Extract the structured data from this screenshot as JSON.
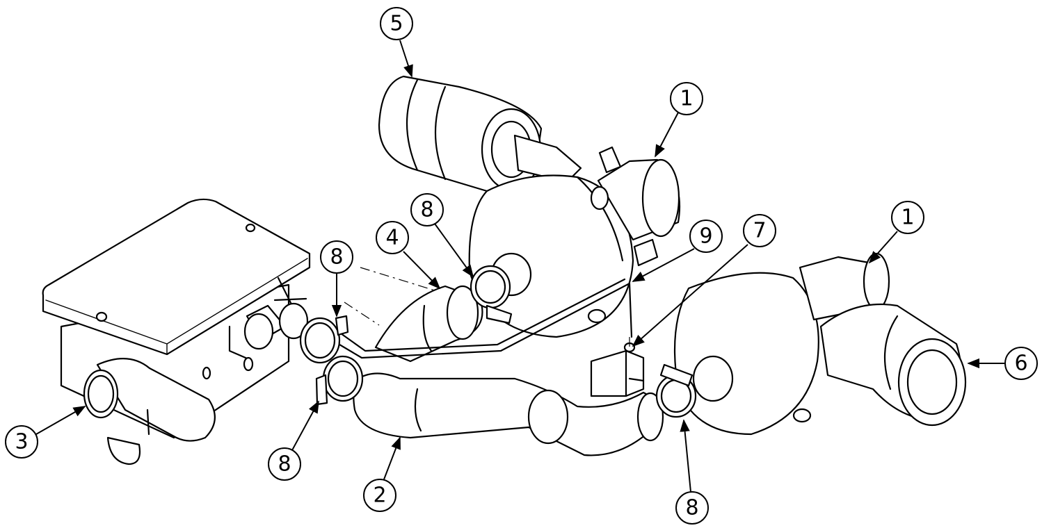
{
  "callouts": [
    {
      "id": "c5",
      "label": "5"
    },
    {
      "id": "c1a",
      "label": "1"
    },
    {
      "id": "c8a",
      "label": "8"
    },
    {
      "id": "c4",
      "label": "4"
    },
    {
      "id": "c9",
      "label": "9"
    },
    {
      "id": "c7",
      "label": "7"
    },
    {
      "id": "c1b",
      "label": "1"
    },
    {
      "id": "c8b",
      "label": "8"
    },
    {
      "id": "c6",
      "label": "6"
    },
    {
      "id": "c3",
      "label": "3"
    },
    {
      "id": "c8c",
      "label": "8"
    },
    {
      "id": "c2",
      "label": "2"
    },
    {
      "id": "c8d",
      "label": "8"
    }
  ]
}
